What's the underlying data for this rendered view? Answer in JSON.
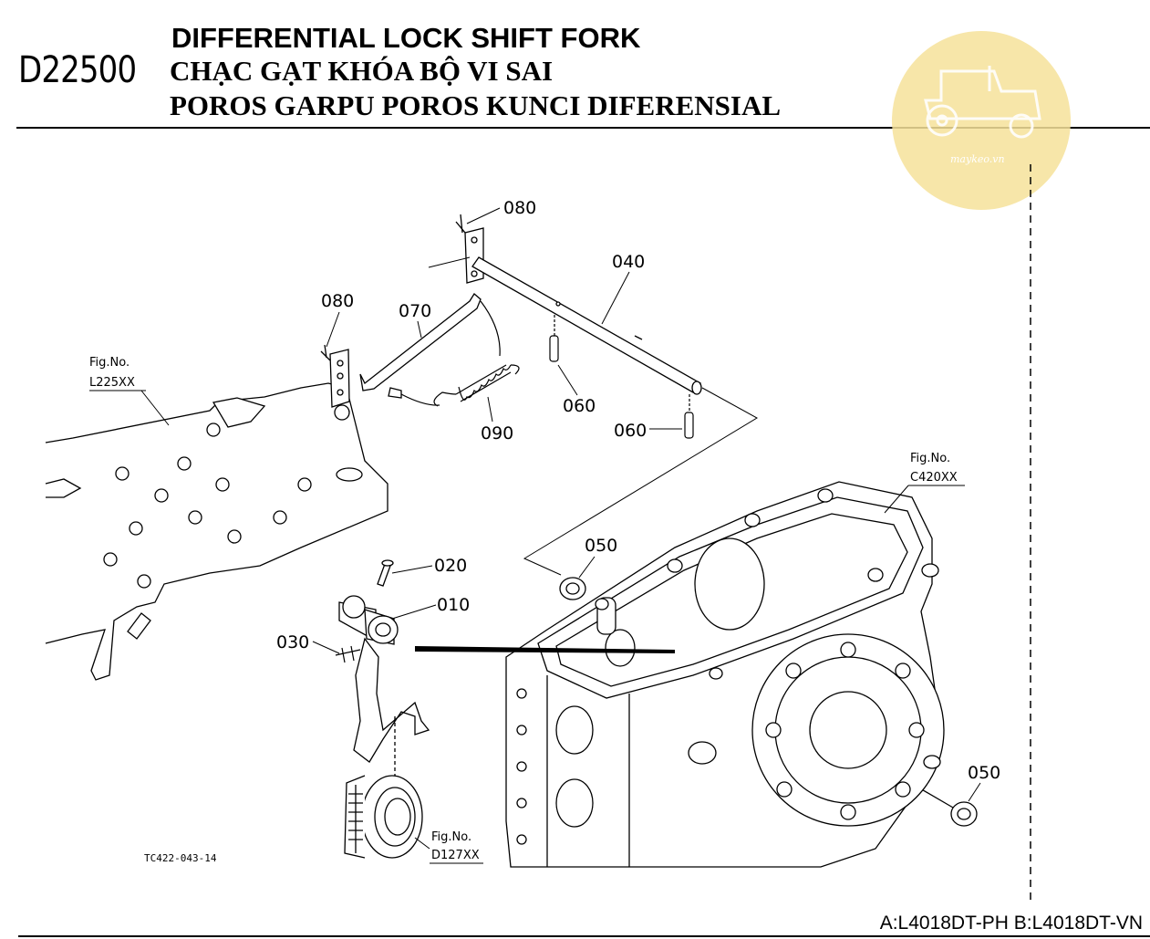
{
  "header": {
    "code": "D22500",
    "title_en": "DIFFERENTIAL LOCK SHIFT FORK",
    "title_vi": "CHẠC GẠT KHÓA BỘ VI SAI",
    "title_id": "POROS GARPU POROS KUNCI DIFERENSIAL"
  },
  "watermark": {
    "text": "maykeo.vn",
    "icon": "tractor-icon",
    "color": "#f6e29a"
  },
  "parts": {
    "p010": "010",
    "p020": "020",
    "p030": "030",
    "p040": "040",
    "p050a": "050",
    "p050b": "050",
    "p060a": "060",
    "p060b": "060",
    "p070": "070",
    "p080a": "080",
    "p080b": "080",
    "p090": "090"
  },
  "figrefs": {
    "fig_label": "Fig.No.",
    "l225": "L225XX",
    "c420": "C420XX",
    "d127": "D127XX"
  },
  "caption": "TC422-043-14",
  "footer": "A:L4018DT-PH B:L4018DT-VN"
}
